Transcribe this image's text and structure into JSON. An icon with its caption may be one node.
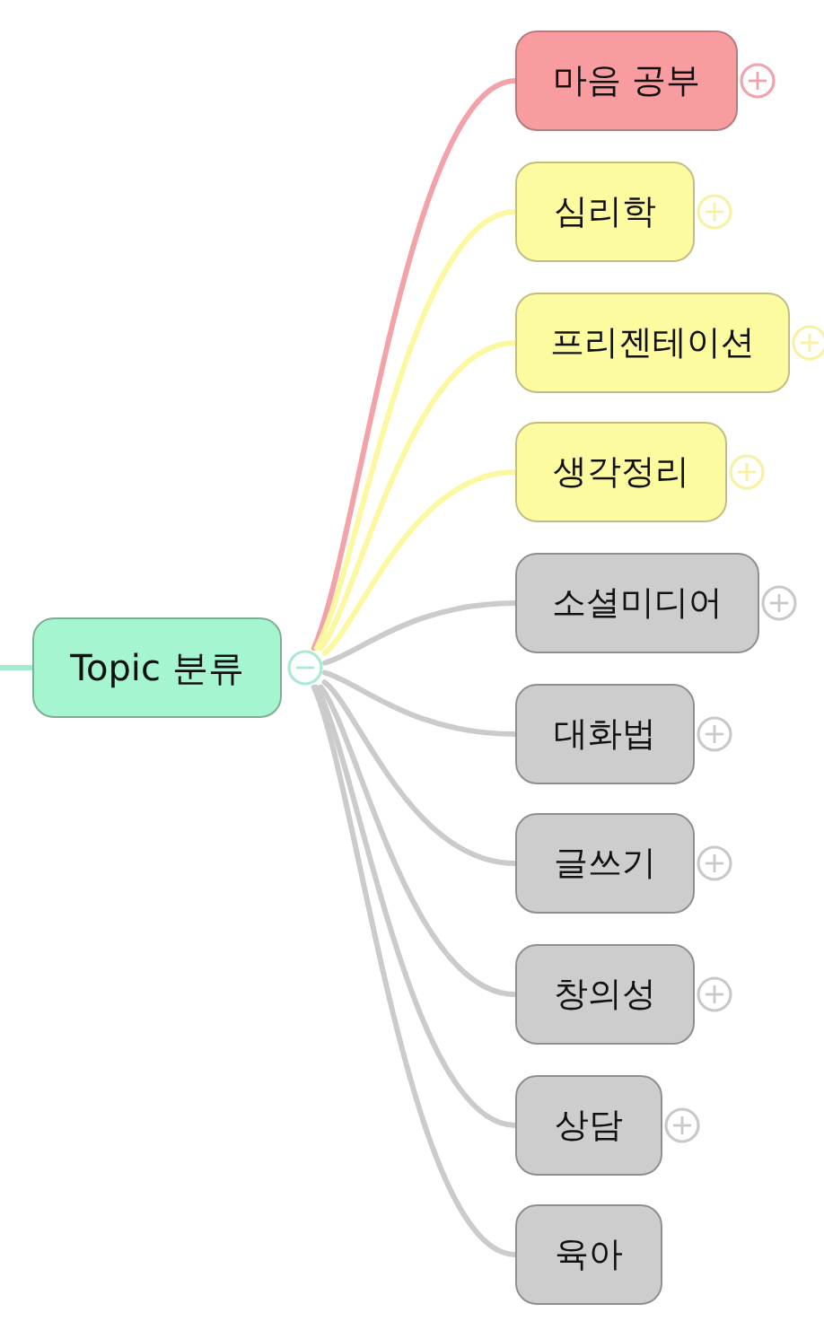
{
  "diagram": {
    "nodes": [
      {
        "text": [
          "Topic 분류"
        ]
      },
      {
        "text": [
          "마음 공부"
        ]
      },
      {
        "text": [
          "심리학"
        ]
      },
      {
        "text": [
          "프리젠테이션"
        ]
      },
      {
        "text": [
          "생각정리"
        ]
      },
      {
        "text": [
          "소셜미디어"
        ]
      },
      {
        "text": [
          "대화법"
        ]
      },
      {
        "text": [
          "글쓰기"
        ]
      },
      {
        "text": [
          "창의성"
        ]
      },
      {
        "text": [
          "상담"
        ]
      },
      {
        "text": [
          "육아"
        ]
      }
    ],
    "edges": [
      {
        "from": null,
        "to": 0,
        "arrow": "none",
        "color": "#a3ecd0"
      },
      {
        "from": 0,
        "to": 1,
        "arrow": "none",
        "color": "#f2a2a8"
      },
      {
        "from": 0,
        "to": 2,
        "arrow": "none",
        "color": "#fbf8a0"
      },
      {
        "from": 0,
        "to": 3,
        "arrow": "none",
        "color": "#fbf8a0"
      },
      {
        "from": 0,
        "to": 4,
        "arrow": "none",
        "color": "#fbf8a0"
      },
      {
        "from": 0,
        "to": 5,
        "arrow": "none"
      },
      {
        "from": 0,
        "to": 6,
        "arrow": "none"
      },
      {
        "from": 0,
        "to": 7,
        "arrow": "none"
      },
      {
        "from": 0,
        "to": 8,
        "arrow": "none"
      },
      {
        "from": 0,
        "to": 9,
        "arrow": "none"
      },
      {
        "from": 0,
        "to": 10,
        "arrow": "none"
      }
    ]
  }
}
